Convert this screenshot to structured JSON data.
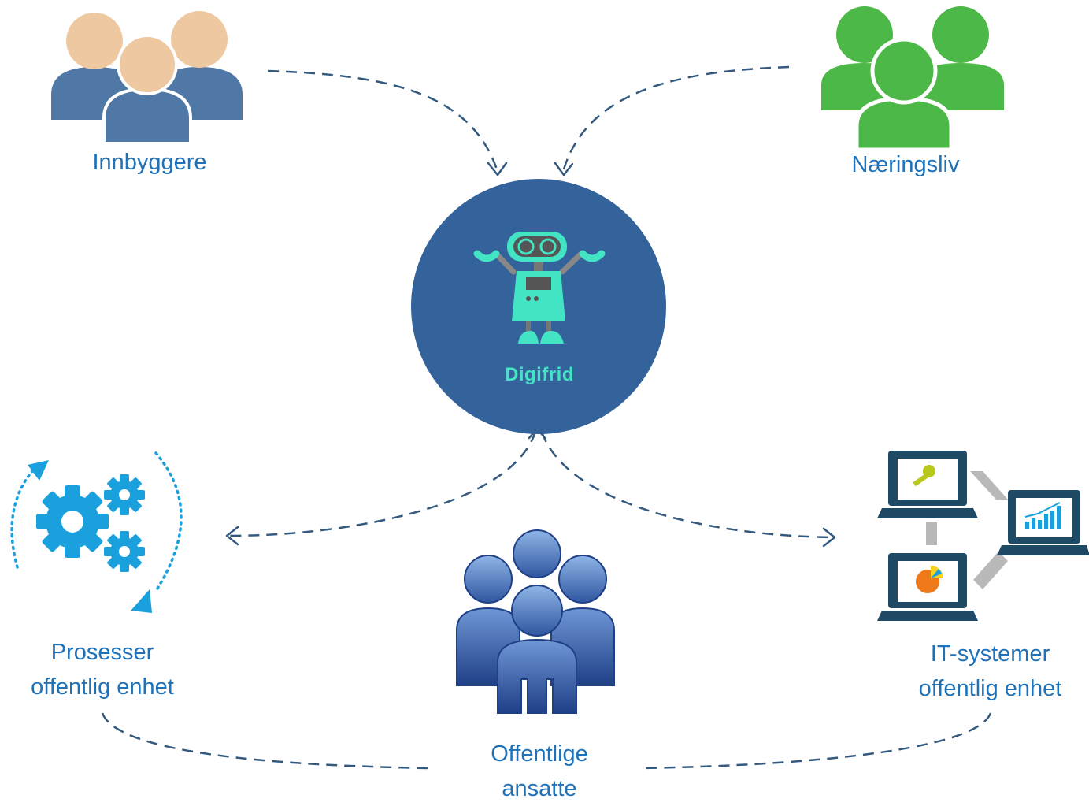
{
  "hub": {
    "name": "Digifrid"
  },
  "nodes": {
    "innbyggere": "Innbyggere",
    "naeringsliv": "Næringsliv",
    "prosesser": [
      "Prosesser",
      "offentlig enhet"
    ],
    "it_systemer": [
      "IT-systemer",
      "offentlig enhet"
    ],
    "ansatte": [
      "Offentlige",
      "ansatte"
    ]
  },
  "colors": {
    "hub_fill": "#34629a",
    "robot_accent": "#43e4c4",
    "label_text": "#1f72b8",
    "citizens_body": "#4f78a6",
    "citizens_head": "#eec8a0",
    "business": "#4cb847",
    "process_icon": "#1aa0dc",
    "laptop": "#1f4a66",
    "employees": "#4a6fb0",
    "connector": "#34597f"
  },
  "icons": {
    "innbyggere": "people-group-icon",
    "naeringsliv": "people-group-icon",
    "prosesser": "gears-cycle-icon",
    "it_systemer": "networked-laptops-icon",
    "ansatte": "team-icon",
    "hub": "robot-icon"
  }
}
